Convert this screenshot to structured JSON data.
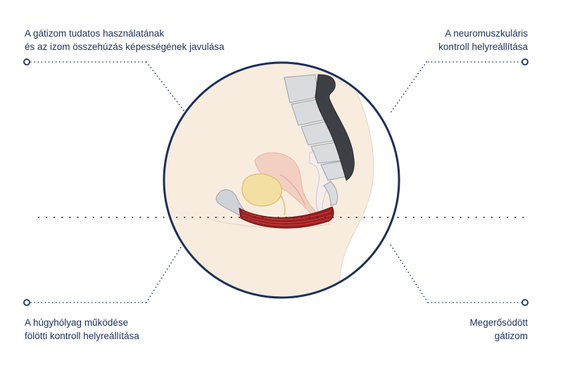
{
  "labels": {
    "top_left": {
      "line1": "A gátizom tudatos használatának",
      "line2": "és az izom összehúzás képességének javulása"
    },
    "top_right": {
      "line1": "A neuromuszkuláris",
      "line2": "kontroll helyreállítása"
    },
    "bottom_left": {
      "line1": "A húgyhólyag működése",
      "line2": "fölötti kontroll helyreállítása"
    },
    "bottom_right": {
      "line1": "Megerősödött",
      "line2": "gátizom"
    }
  },
  "colors": {
    "navy": "#1c2f5a",
    "muscle": "#8b1e1e",
    "skin": "#f6eadb",
    "bone": "#cfd3d8",
    "spine_dark": "#3a3d42",
    "bladder": "#f2dca0",
    "organ_pink": "#f1c9bd"
  }
}
